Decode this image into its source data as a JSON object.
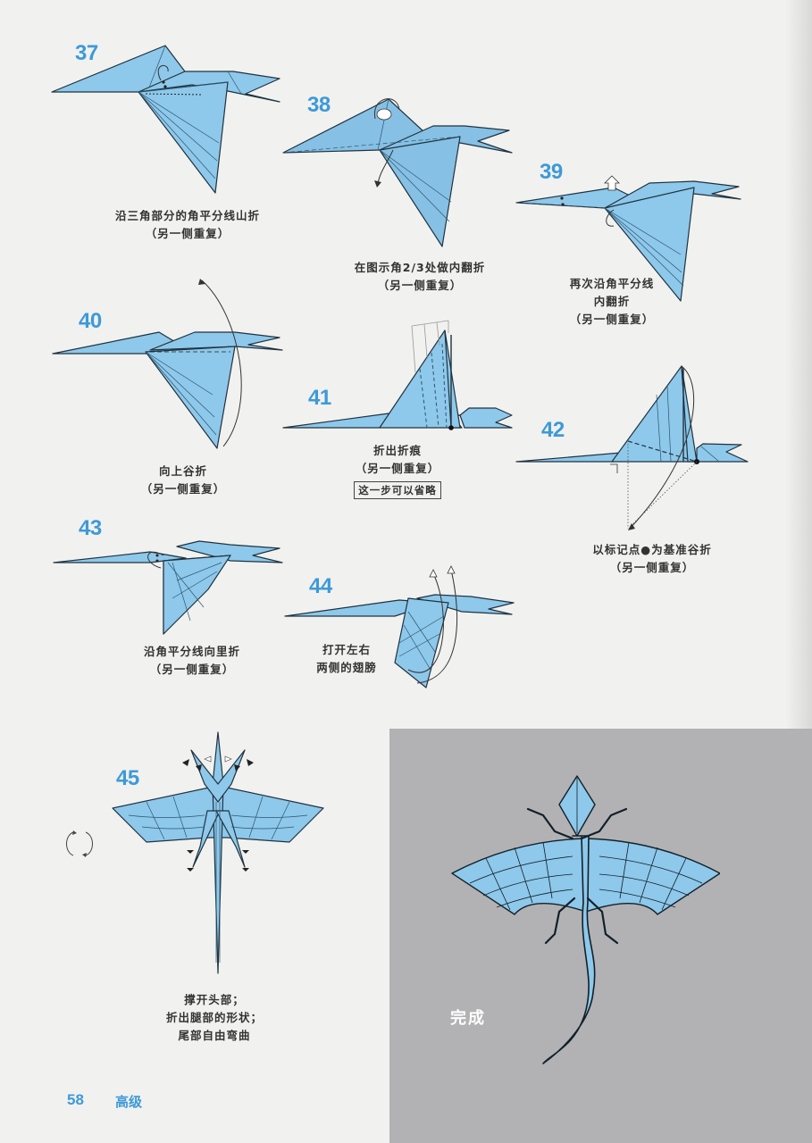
{
  "colors": {
    "paper_blue": "#8ec8ea",
    "paper_blue_dark": "#6fb3de",
    "step_number": "#3d9ad8",
    "outline": "#1f3340",
    "finished_bg": "#b2b2b4",
    "page_bg": "#f1f1ef"
  },
  "steps": [
    {
      "number": "37",
      "lines": [
        "沿三角部分的角平分线山折",
        "（另一侧重复）"
      ]
    },
    {
      "number": "38",
      "lines": [
        "在图示角2/3处做内翻折",
        "（另一侧重复）"
      ]
    },
    {
      "number": "39",
      "lines": [
        "再次沿角平分线",
        "内翻折",
        "（另一侧重复）"
      ]
    },
    {
      "number": "40",
      "lines": [
        "向上谷折",
        "（另一侧重复）"
      ]
    },
    {
      "number": "41",
      "lines": [
        "折出折痕",
        "（另一侧重复）"
      ],
      "note": "这一步可以省略"
    },
    {
      "number": "42",
      "lines": [
        "以标记点●为基准谷折",
        "（另一侧重复）"
      ]
    },
    {
      "number": "43",
      "lines": [
        "沿角平分线向里折",
        "（另一侧重复）"
      ]
    },
    {
      "number": "44",
      "lines": [
        "打开左右",
        "两侧的翅膀"
      ]
    },
    {
      "number": "45",
      "lines": [
        "撑开头部；",
        "折出腿部的形状；",
        "尾部自由弯曲"
      ]
    }
  ],
  "finished": {
    "label": "完成"
  },
  "footer": {
    "page_number": "58",
    "section": "高级"
  },
  "icons": {
    "turn_over": "rotate-arrows-icon",
    "fold_arrow": "curved-arrow-icon",
    "reference_point": "dot-marker-icon"
  }
}
